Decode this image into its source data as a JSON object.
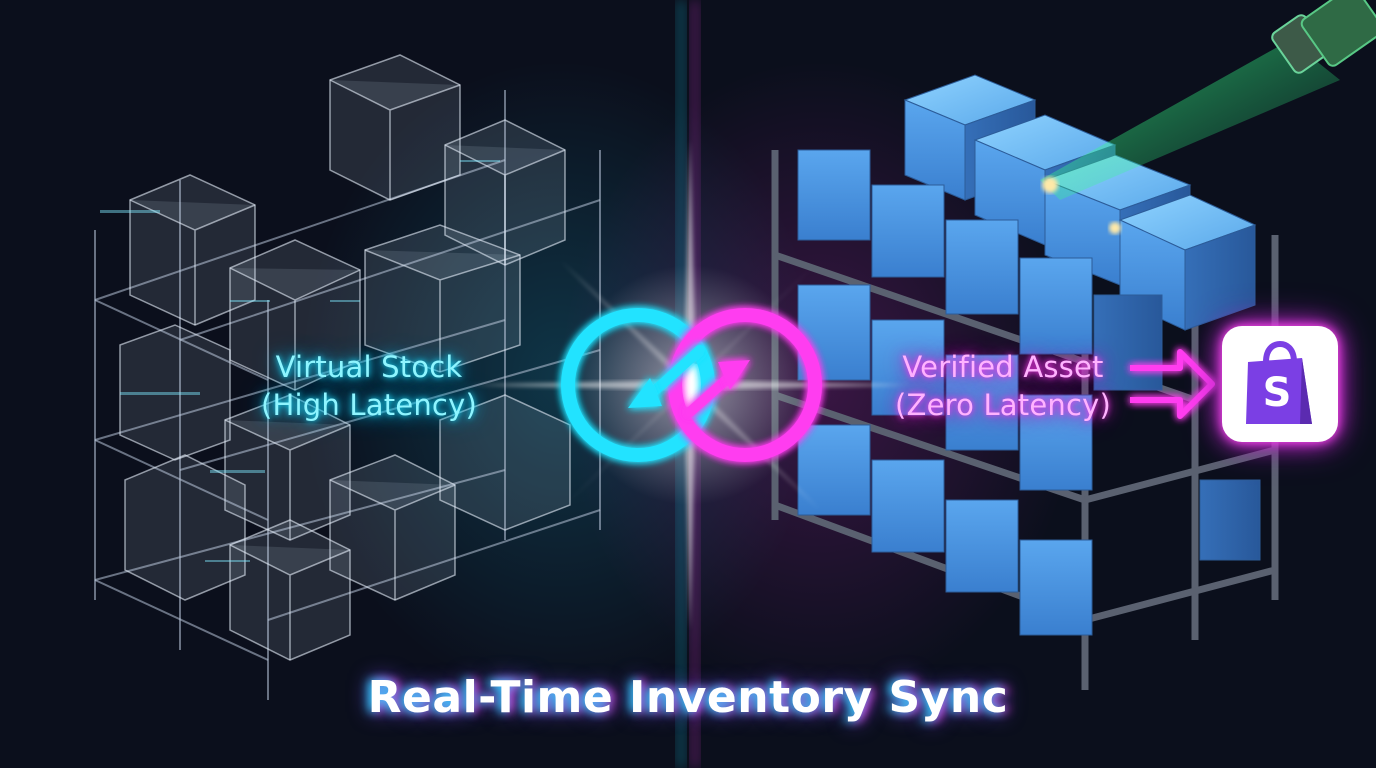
{
  "left_label": {
    "line1": "Virtual Stock",
    "line2": "(High Latency)"
  },
  "right_label": {
    "line1": "Verified Asset",
    "line2": "(Zero Latency)"
  },
  "title": "Real-Time Inventory Sync",
  "icons": {
    "sync": "infinity-sync-icon",
    "store": "shopify-bag-icon",
    "arrow": "arrow-right-icon"
  },
  "colors": {
    "background": "#0b0f1c",
    "cyan": "#19e2ff",
    "magenta": "#ff3df0",
    "box_blue": "#4d94de",
    "shop_purple": "#7b3fe4"
  }
}
